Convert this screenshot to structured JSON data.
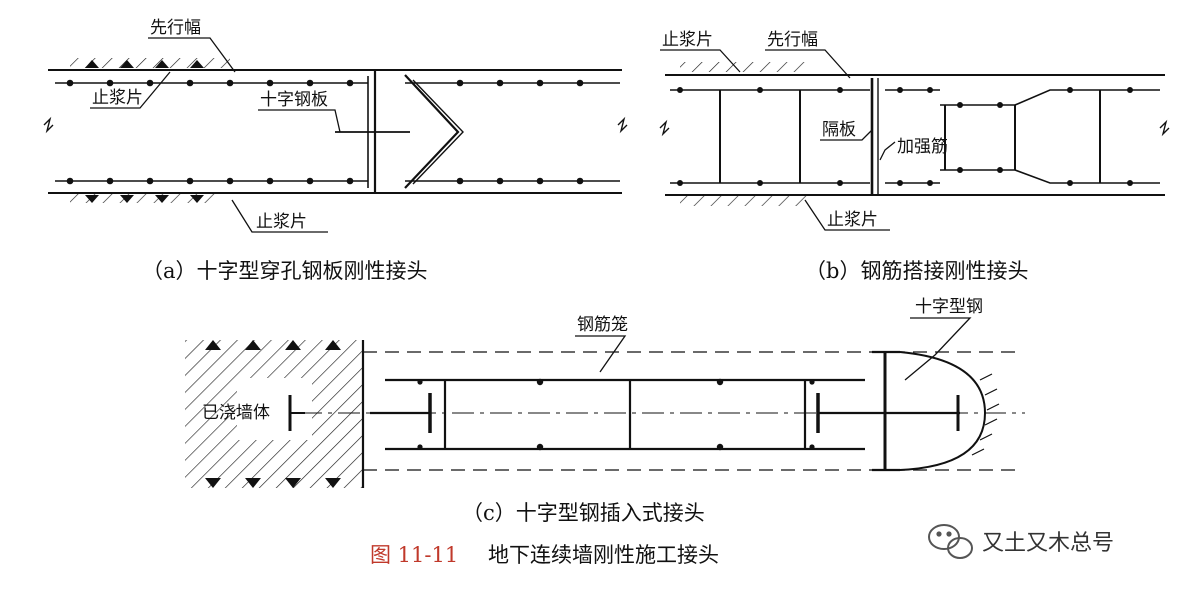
{
  "panel_a": {
    "labels": {
      "lead_width": "先行幅",
      "stop_top": "止浆片",
      "cross_plate": "十字钢板",
      "stop_bottom": "止浆片"
    },
    "caption": "（a）十字型穿孔钢板刚性接头"
  },
  "panel_b": {
    "labels": {
      "stop_top": "止浆片",
      "lead_width": "先行幅",
      "partition": "隔板",
      "stiffener": "加强筋",
      "stop_bottom": "止浆片"
    },
    "caption": "（b）钢筋搭接刚性接头"
  },
  "panel_c": {
    "labels": {
      "cage": "钢筋笼",
      "cross_steel": "十字型钢",
      "cast_wall": "已浇墙体"
    },
    "caption": "（c）十字型钢插入式接头"
  },
  "figure": {
    "number": "图 11-11",
    "title": "地下连续墙刚性施工接头"
  },
  "watermark": {
    "text": "又土又木总号",
    "icon": "wechat-icon"
  }
}
